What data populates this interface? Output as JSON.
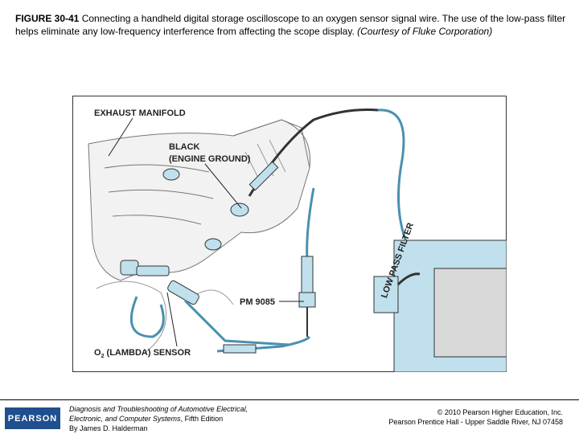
{
  "caption": {
    "figure_label": "FIGURE 30-41",
    "text": " Connecting a handheld digital storage oscilloscope to an oxygen sensor signal wire. The use of the low-pass filter helps eliminate any low-frequency interference from affecting the scope display. ",
    "courtesy": "(Courtesy of Fluke Corporation)"
  },
  "figure": {
    "labels": {
      "exhaust_manifold": "EXHAUST MANIFOLD",
      "black_line1": "BLACK",
      "black_line2": "(ENGINE GROUND)",
      "pm": "PM 9085",
      "o2_sensor": "O",
      "o2_sub": "2",
      "o2_rest": " (LAMBDA) SENSOR",
      "filter_text": "LOW PASS FILTER"
    }
  },
  "footer": {
    "logo_text": "PEARSON",
    "book_line1": "Diagnosis and Troubleshooting of Automotive Electrical,",
    "book_line2": "Electronic, and Computer Systems",
    "book_line2_rest": ", Fifth Edition",
    "book_line3": "By James D. Halderman",
    "copyright_line1": "© 2010 Pearson Higher Education, Inc.",
    "copyright_line2": "Pearson Prentice Hall - Upper Saddle River, NJ 07458"
  }
}
